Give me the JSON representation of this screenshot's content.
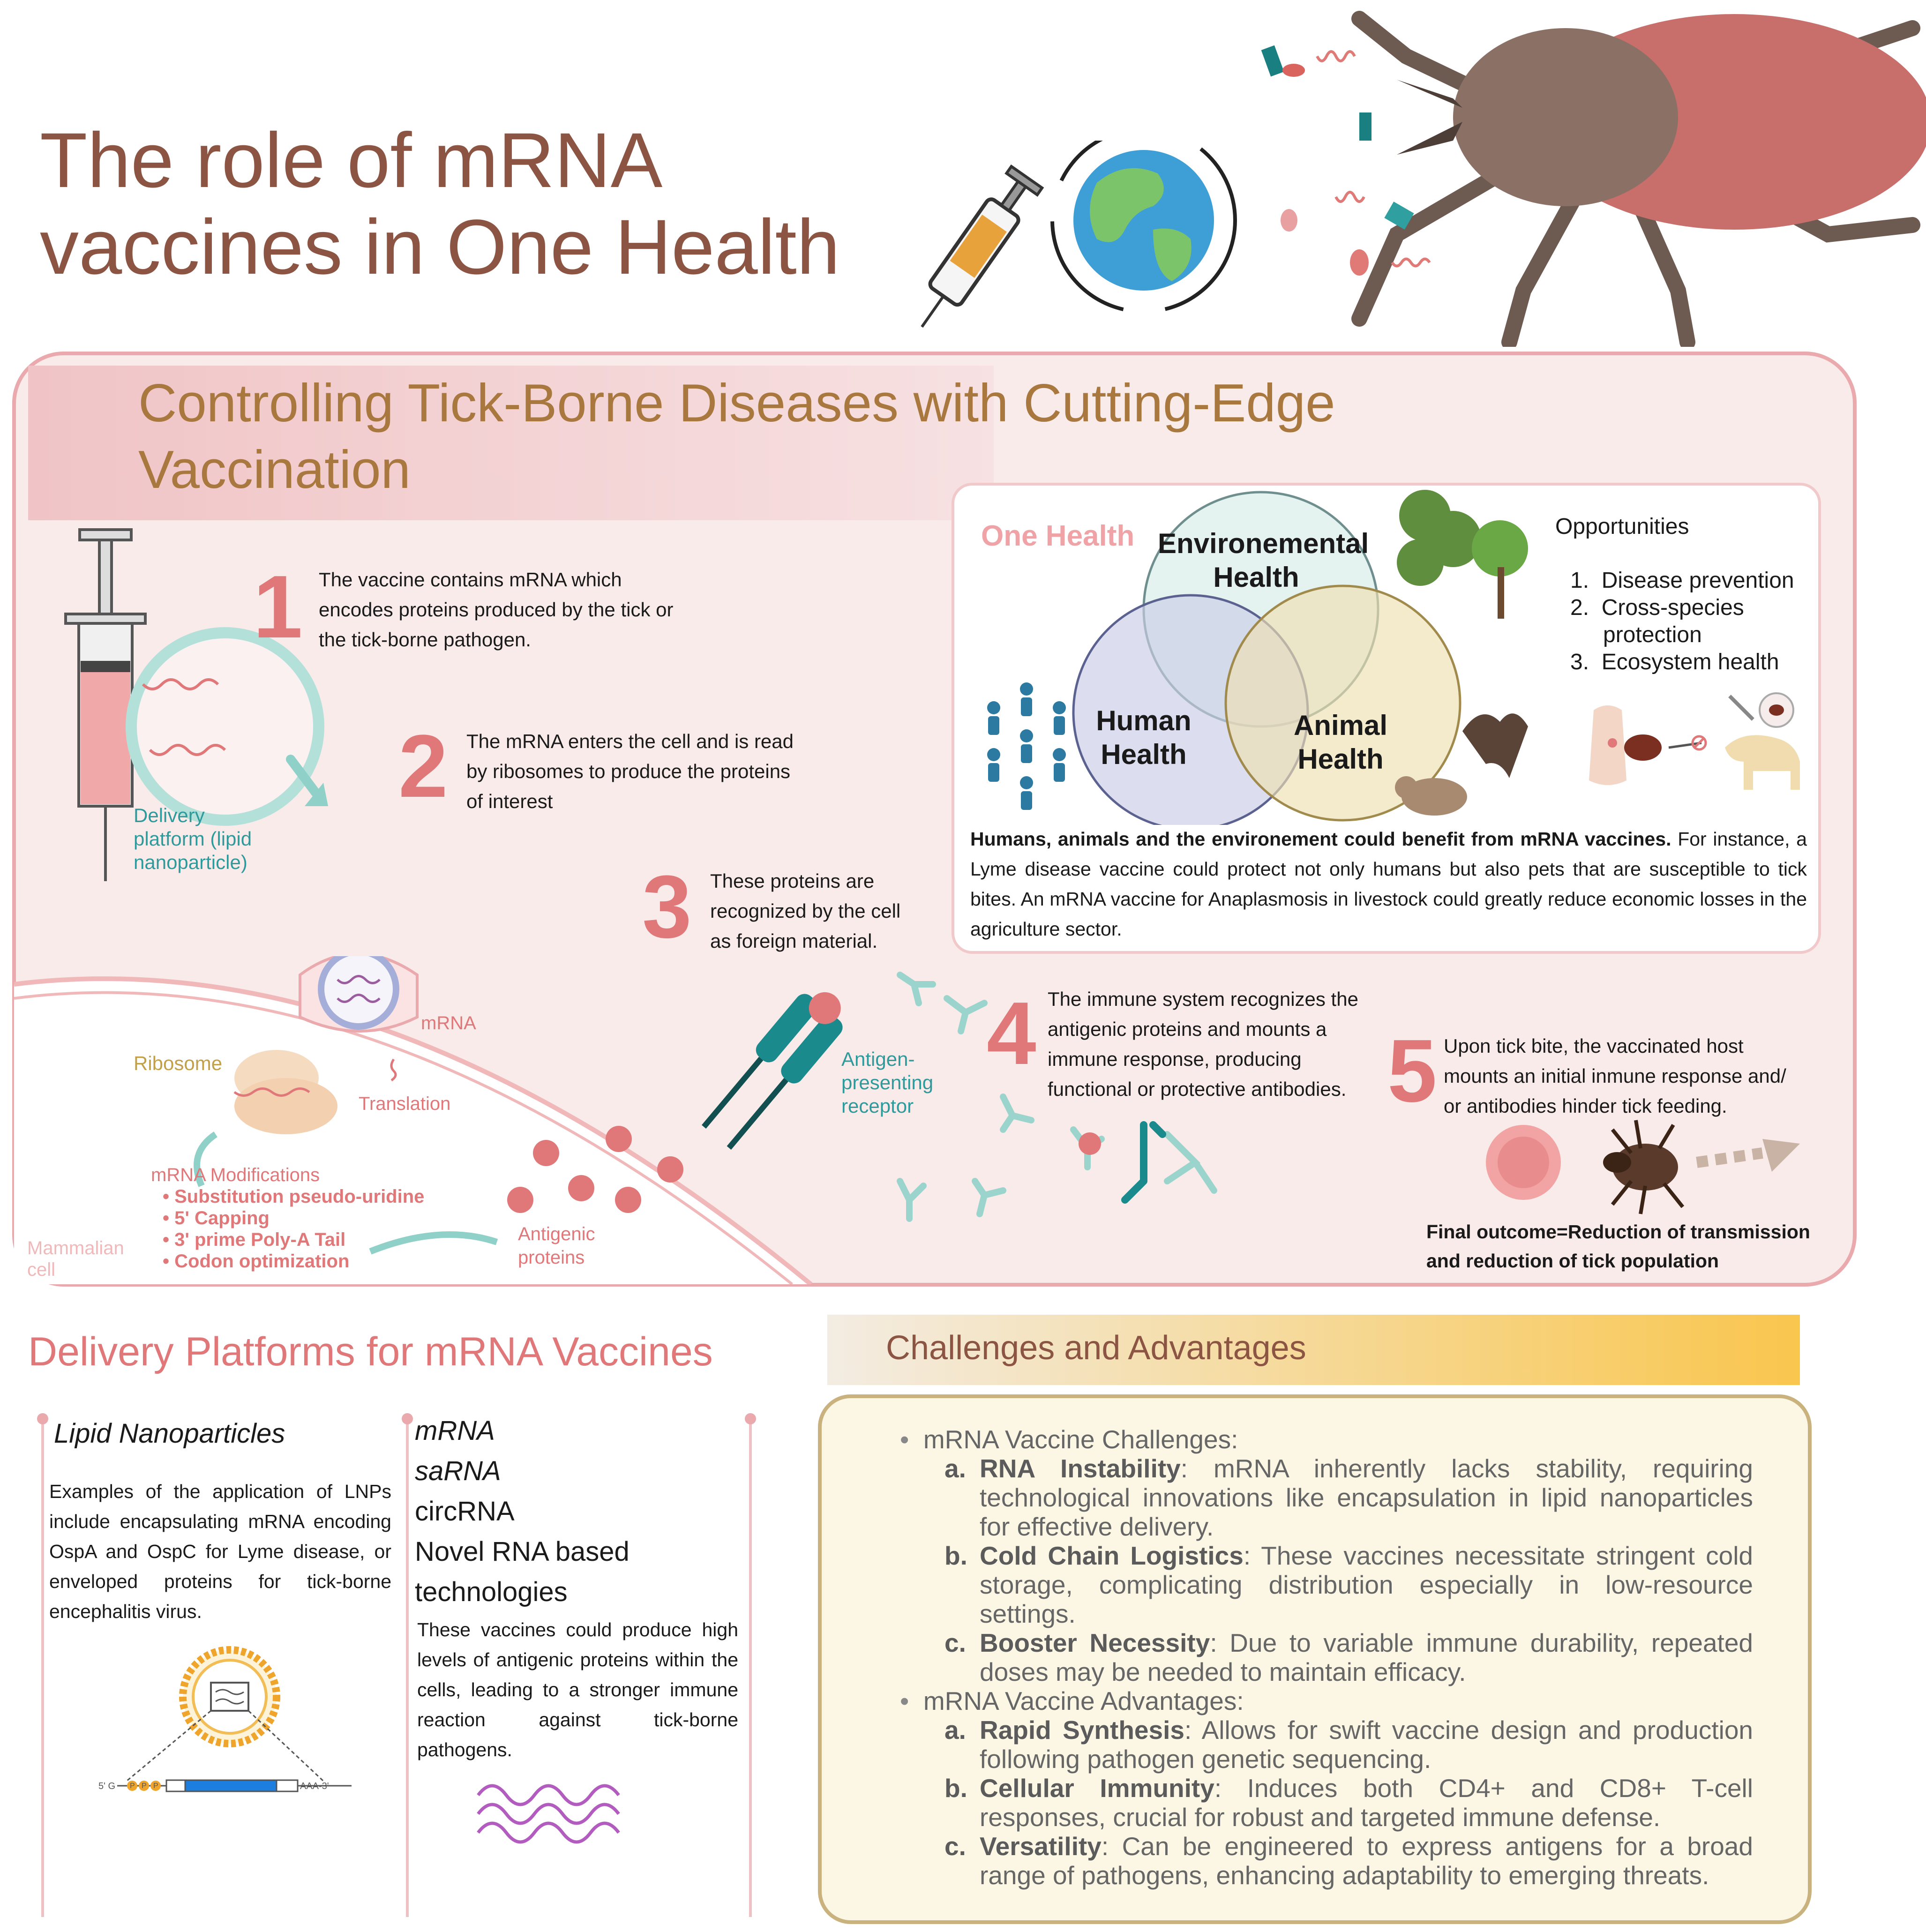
{
  "title": {
    "line1": "The role of mRNA",
    "line2": "vaccines in One Health"
  },
  "panel": {
    "title_line1": "Controlling Tick-Borne Diseases with Cutting-Edge",
    "title_line2": "Vaccination",
    "delivery_label": [
      "Delivery",
      "platform (lipid",
      "nanoparticle)"
    ],
    "steps": [
      {
        "num": "1",
        "lines": [
          "The vaccine contains mRNA which",
          "encodes proteins produced by the tick or",
          "the tick-borne pathogen."
        ]
      },
      {
        "num": "2",
        "lines": [
          "The mRNA enters the cell and is read",
          "by ribosomes to produce the proteins",
          "of interest"
        ]
      },
      {
        "num": "3",
        "lines": [
          "These proteins are",
          "recognized by the cell",
          "as foreign material."
        ]
      },
      {
        "num": "4",
        "lines": [
          "The immune system recognizes the",
          "antigenic proteins and mounts a",
          "immune response, producing",
          "functional or protective antibodies."
        ]
      },
      {
        "num": "5",
        "lines": [
          "Upon tick bite, the vaccinated host",
          "mounts an initial inmune response and/",
          "or antibodies hinder tick feeding."
        ]
      }
    ],
    "cell": {
      "mrna": "mRNA",
      "ribosome": "Ribosome",
      "translation": "Translation",
      "mods_title": "mRNA Modifications",
      "mods": [
        "Substitution pseudo-uridine",
        "5' Capping",
        "3' prime Poly-A Tail",
        "Codon optimization"
      ],
      "antigenic": [
        "Antigenic",
        "proteins"
      ],
      "mammalian": [
        "Mammalian",
        "cell"
      ]
    },
    "receptor": [
      "Antigen-",
      "presenting",
      "receptor"
    ],
    "final_outcome": [
      "Final outcome=Reduction of transmission",
      "and reduction of tick population"
    ]
  },
  "one_health": {
    "label": "One Health",
    "env": [
      "Environemental",
      "Health"
    ],
    "human": [
      "Human",
      "Health"
    ],
    "animal": [
      "Animal",
      "Health"
    ],
    "opportunities_title": "Opportunities",
    "opportunities": [
      "Disease prevention",
      "Cross-species",
      "protection",
      "Ecosystem health"
    ],
    "text_bold": "Humans, animals and the environement could benefit from mRNA vaccines.",
    "text_rest": " For instance, a Lyme disease vaccine could protect not only humans but also pets that are susceptible to tick bites. An mRNA vaccine for Anaplasmosis in livestock could greatly reduce economic losses in the agriculture sector."
  },
  "delivery": {
    "title": "Delivery Platforms for mRNA Vaccines",
    "lnp_title": "Lipid Nanoparticles",
    "lnp_text": "Examples of the application of LNPs include encapsulating mRNA encoding OspA and OspC for Lyme disease, or enveloped proteins for tick-borne encephalitis virus.",
    "construct": {
      "five": "5' G",
      "p": "P",
      "three": "AAA-3'"
    },
    "rna_types": [
      "mRNA",
      "saRNA",
      "circRNA",
      "Novel RNA based",
      "technologies"
    ],
    "rna_text": "These vaccines could produce high levels of antigenic proteins within the cells, leading to a stronger immune reaction against tick-borne pathogens."
  },
  "challenges": {
    "title": "Challenges and Advantages",
    "challenges_head": "mRNA Vaccine Challenges:",
    "challenges_items": [
      {
        "letter": "a.",
        "term": "RNA Instability",
        "text": ": mRNA inherently lacks stability, requiring technological innovations like encapsulation in lipid nanoparticles for effective delivery."
      },
      {
        "letter": "b.",
        "term": "Cold Chain Logistics",
        "text": ": These vaccines necessitate stringent cold storage, complicating distribution especially in low-resource settings."
      },
      {
        "letter": "c.",
        "term": "Booster Necessity",
        "text": ": Due to variable immune durability, repeated doses may be needed to maintain efficacy."
      }
    ],
    "advantages_head": "mRNA Vaccine Advantages:",
    "advantages_items": [
      {
        "letter": "a.",
        "term": "Rapid Synthesis",
        "text": ": Allows for swift vaccine design and production following pathogen genetic sequencing."
      },
      {
        "letter": "b.",
        "term": "Cellular Immunity",
        "text": ": Induces both CD4+ and CD8+ T-cell responses, crucial for robust and targeted immune defense."
      },
      {
        "letter": "c.",
        "term": "Versatility",
        "text": ": Can be engineered to express antigens for a broad range of pathogens, enhancing adaptability to emerging threats."
      }
    ]
  }
}
